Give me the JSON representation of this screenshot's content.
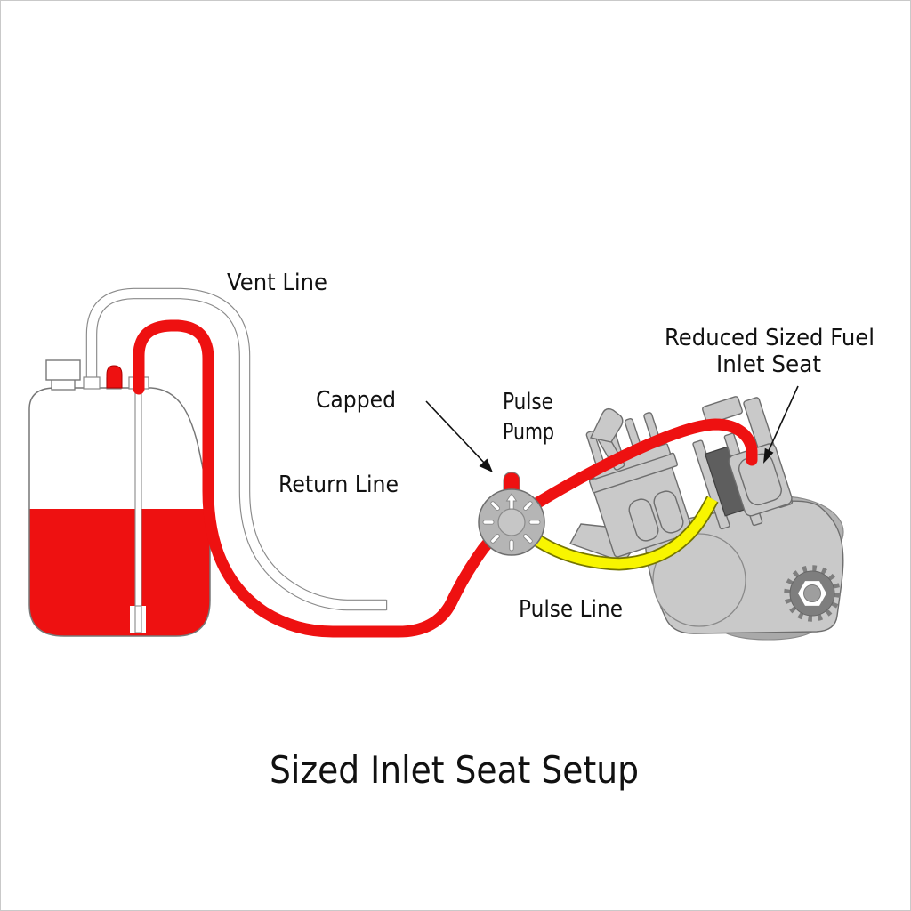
{
  "title": "Sized Inlet Seat Setup",
  "labels": {
    "vent_line": "Vent Line",
    "capped": "Capped",
    "pulse_pump_lines": [
      "Pulse",
      "Pump"
    ],
    "return_line": "Return Line",
    "pulse_line": "Pulse Line",
    "inlet_seat_lines": [
      "Reduced Sized Fuel",
      "Inlet Seat"
    ]
  },
  "colors": {
    "fuel_red": "#ee1111",
    "pulse_yellow": "#f8f500",
    "pulse_yellow_edge": "#757500",
    "metal_gray": "#c9c9c9",
    "pump_gray": "#b5b5b5",
    "pump_inner_gray": "#c6c6c6",
    "spacer_dark": "#5e5e5e",
    "sprocket_gray": "#7e7e7e",
    "outline_gray": "#6e6e6e"
  },
  "components": [
    {
      "id": "fuel-tank",
      "label": ""
    },
    {
      "id": "vent-line",
      "label": "Vent Line"
    },
    {
      "id": "return-line",
      "label": "Return Line"
    },
    {
      "id": "capped-fitting",
      "label": "Capped"
    },
    {
      "id": "pulse-pump",
      "label": "Pulse Pump"
    },
    {
      "id": "pulse-line",
      "label": "Pulse Line"
    },
    {
      "id": "fuel-inlet-seat",
      "label": "Reduced Sized Fuel Inlet Seat"
    },
    {
      "id": "engine-carburetor",
      "label": ""
    }
  ]
}
